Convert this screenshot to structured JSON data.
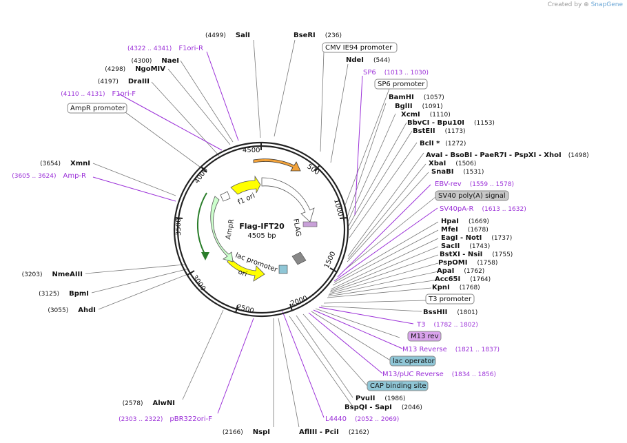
{
  "app": {
    "credit_text": "Created by",
    "brand": "SnapGene"
  },
  "plasmid": {
    "name": "Flag-IFT20",
    "length_label": "4505 bp",
    "total_bp": 4505
  },
  "ticks": [
    "500",
    "1000",
    "1500",
    "2000",
    "2500",
    "3000",
    "3500",
    "4000",
    "4500"
  ],
  "features": [
    {
      "name": "CMV IE94 promoter"
    },
    {
      "name": "FLAG"
    },
    {
      "name": "lac promoter"
    },
    {
      "name": "ori"
    },
    {
      "name": "AmpR"
    },
    {
      "name": "f1 ori"
    }
  ],
  "enzymes_right": [
    {
      "pos": "(236)",
      "name": "BseRI"
    },
    {
      "pos": "(544)",
      "name": "NdeI"
    },
    {
      "pos": "(1057)",
      "name": "BamHI"
    },
    {
      "pos": "(1091)",
      "name": "BglII"
    },
    {
      "pos": "(1110)",
      "name": "XcmI"
    },
    {
      "pos": "(1153)",
      "name": "BbvCI - Bpu10I"
    },
    {
      "pos": "(1173)",
      "name": "BstEII"
    },
    {
      "pos": "(1272)",
      "name": "BclI *"
    },
    {
      "pos": "(1498)",
      "name": "AvaI - BsoBI - PaeR7I - PspXI - XhoI"
    },
    {
      "pos": "(1506)",
      "name": "XbaI"
    },
    {
      "pos": "(1531)",
      "name": "SnaBI"
    },
    {
      "pos": "(1669)",
      "name": "HpaI"
    },
    {
      "pos": "(1678)",
      "name": "MfeI"
    },
    {
      "pos": "(1737)",
      "name": "EagI - NotI"
    },
    {
      "pos": "(1743)",
      "name": "SacII"
    },
    {
      "pos": "(1755)",
      "name": "BstXI - NsiI"
    },
    {
      "pos": "(1758)",
      "name": "PspOMI"
    },
    {
      "pos": "(1762)",
      "name": "ApaI"
    },
    {
      "pos": "(1764)",
      "name": "Acc65I"
    },
    {
      "pos": "(1768)",
      "name": "KpnI"
    },
    {
      "pos": "(1801)",
      "name": "BssHII"
    },
    {
      "pos": "(1986)",
      "name": "PvuII"
    },
    {
      "pos": "(2046)",
      "name": "BspQI - SapI"
    },
    {
      "pos": "(2162)",
      "name": "AflIII - PciI"
    }
  ],
  "enzymes_left": [
    {
      "pos": "(4499)",
      "name": "SalI"
    },
    {
      "pos": "(4300)",
      "name": "NaeI"
    },
    {
      "pos": "(4298)",
      "name": "NgoMIV"
    },
    {
      "pos": "(4197)",
      "name": "DraIII"
    },
    {
      "pos": "(3654)",
      "name": "XmnI"
    },
    {
      "pos": "(3203)",
      "name": "NmeAIII"
    },
    {
      "pos": "(3125)",
      "name": "BpmI"
    },
    {
      "pos": "(3055)",
      "name": "AhdI"
    },
    {
      "pos": "(2578)",
      "name": "AlwNI"
    },
    {
      "pos": "(2166)",
      "name": "NspI"
    }
  ],
  "primers": [
    {
      "name": "F1ori-R",
      "range": "(4322 .. 4341)"
    },
    {
      "name": "F1ori-F",
      "range": "(4110 .. 4131)"
    },
    {
      "name": "Amp-R",
      "range": "(3605 .. 3624)"
    },
    {
      "name": "SP6",
      "range": "(1013 .. 1030)"
    },
    {
      "name": "EBV-rev",
      "range": "(1559 .. 1578)"
    },
    {
      "name": "SV40pA-R",
      "range": "(1613 .. 1632)"
    },
    {
      "name": "T3",
      "range": "(1782 .. 1802)"
    },
    {
      "name": "M13 Reverse",
      "range": "(1821 .. 1837)"
    },
    {
      "name": "M13/pUC Reverse",
      "range": "(1834 .. 1856)"
    },
    {
      "name": "L4440",
      "range": "(2052 .. 2069)"
    },
    {
      "name": "pBR322ori-F",
      "range": "(2303 .. 2322)"
    }
  ],
  "boxed_labels": [
    {
      "text": "CMV IE94 promoter"
    },
    {
      "text": "SP6 promoter"
    },
    {
      "text": "SV40 poly(A) signal"
    },
    {
      "text": "T3 promoter"
    },
    {
      "text": "M13 rev"
    },
    {
      "text": "lac operator"
    },
    {
      "text": "CAP binding site"
    },
    {
      "text": "AmpR promoter"
    }
  ],
  "colors": {
    "primer": "#9b30d8",
    "promoter_box": "#ffffff",
    "polyA_box": "#c8c8c8",
    "m13_box": "#d9a3ec",
    "operator_box": "#8fc6d6",
    "ori": "#ffff00",
    "ampr": "#ccffcc"
  }
}
